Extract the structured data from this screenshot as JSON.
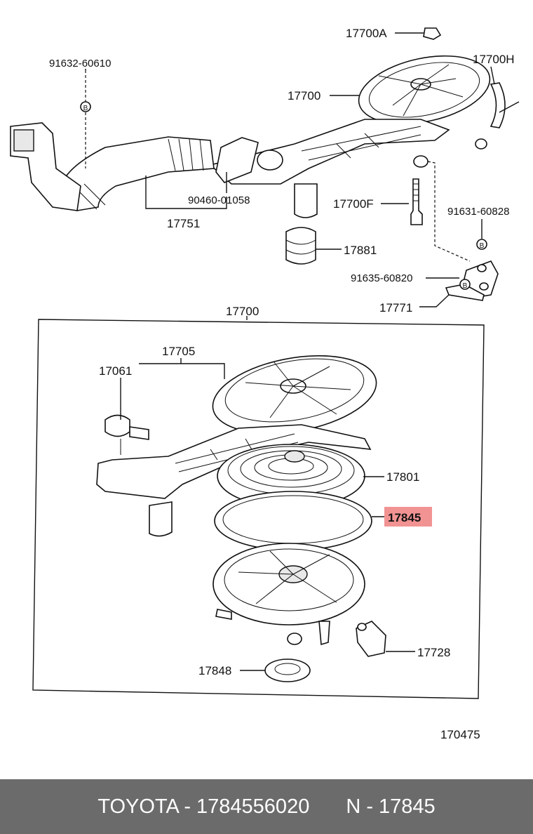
{
  "diagram": {
    "labels": {
      "p17700A": "17700A",
      "p17700H": "17700H",
      "p91632": "91632-60610",
      "p17700_top": "17700",
      "p90460": "90460-01058",
      "p17751": "17751",
      "p17700F": "17700F",
      "p91631": "91631-60828",
      "p17881": "17881",
      "p91635": "91635-60820",
      "p17771": "17771",
      "p17700_box": "17700",
      "p17705": "17705",
      "p17061": "17061",
      "p17801": "17801",
      "p17845": "17845",
      "p17728": "17728",
      "p17848": "17848",
      "ref": "170475"
    },
    "bolt_letter": "B",
    "highlight_color": "#f08080"
  },
  "footer": {
    "brand_part": "TOYOTA - 1784556020",
    "ref_part": "N - 17845"
  }
}
